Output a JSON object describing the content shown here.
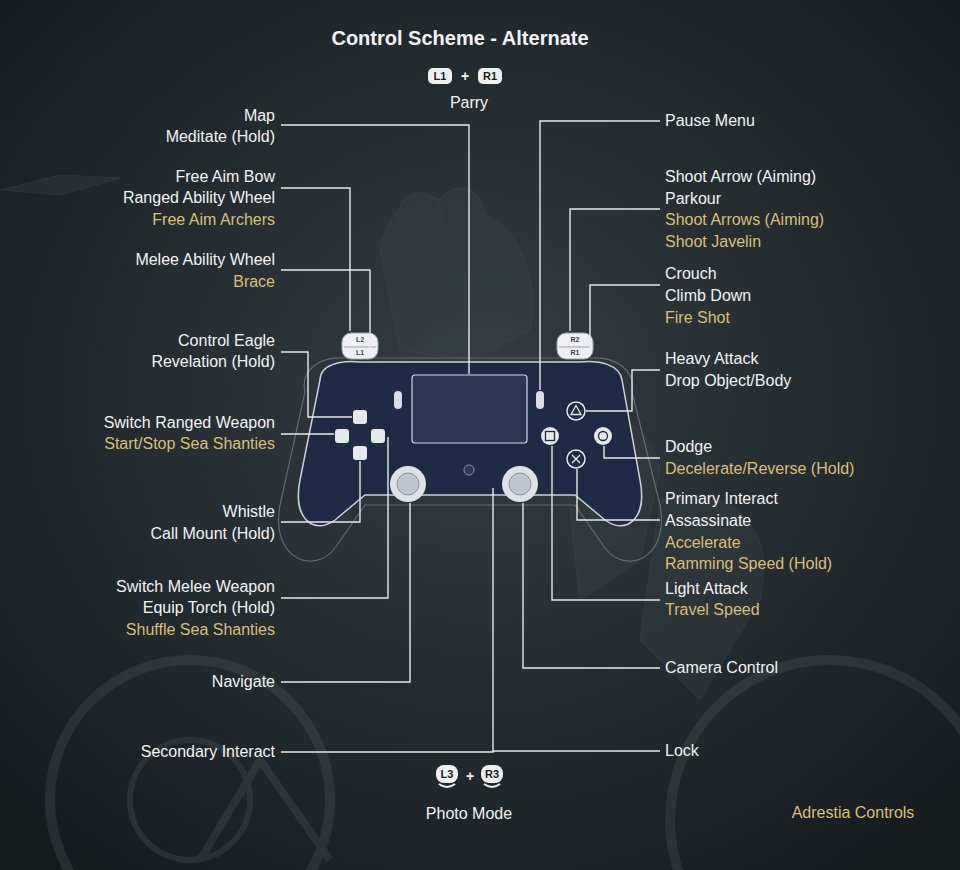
{
  "diagram": {
    "title": "Control Scheme - Alternate",
    "labels": [
      "L1",
      "+",
      "R1",
      "Parry",
      "Map",
      "Meditate (Hold)",
      "Free Aim Bow",
      "Ranged Ability Wheel",
      "Free Aim Archers",
      "Melee Ability Wheel",
      "Brace",
      "Control Eagle",
      "Revelation (Hold)",
      "Switch Ranged Weapon",
      "Start/Stop Sea Shanties",
      "Whistle",
      "Call Mount (Hold)",
      "Switch Melee Weapon",
      "Equip Torch (Hold)",
      "Shuffle Sea Shanties",
      "Navigate",
      "Secondary Interact",
      "Pause Menu",
      "Shoot Arrow (Aiming)",
      "Parkour",
      "Shoot Arrows (Aiming)",
      "Shoot Javelin",
      "Crouch",
      "Climb Down",
      "Fire Shot",
      "Heavy Attack",
      "Drop Object/Body",
      "Dodge",
      "Decelerate/Reverse (Hold)",
      "Primary Interact",
      "Assassinate",
      "Accelerate",
      "Ramming Speed (Hold)",
      "Light Attack",
      "Travel Speed",
      "Camera Control",
      "Lock",
      "L2",
      "L1",
      "R2",
      "R1",
      "L3",
      "+",
      "R3",
      "Photo Mode",
      "Adrestia Controls"
    ]
  }
}
